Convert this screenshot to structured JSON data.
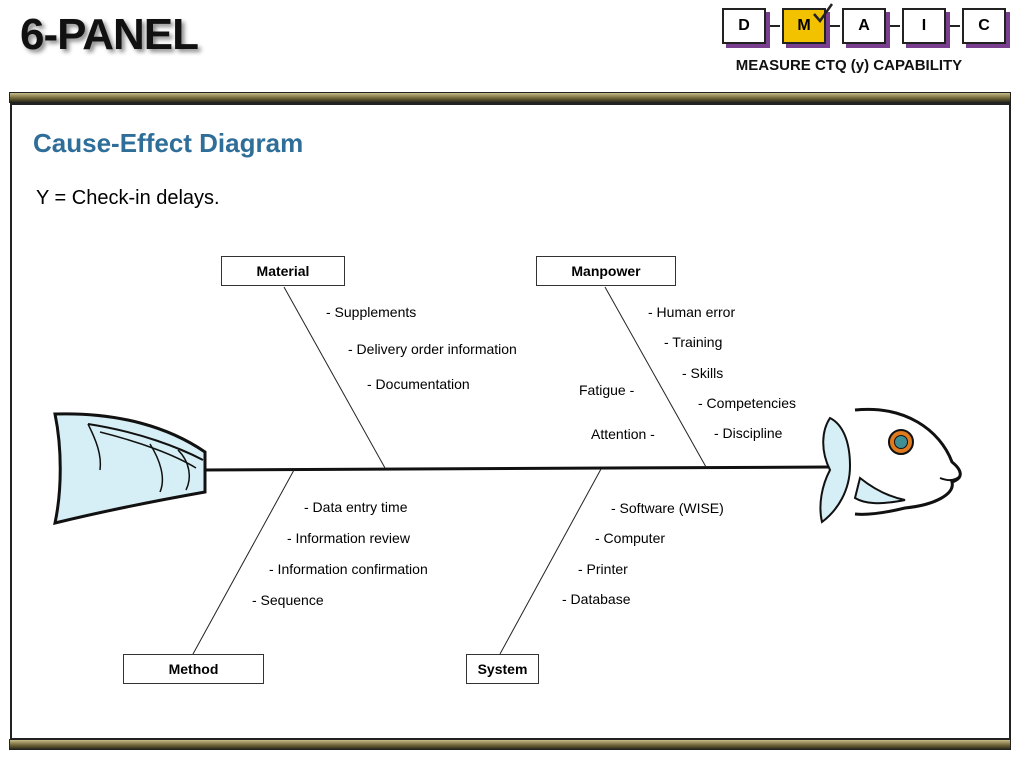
{
  "header": {
    "title": "6-PANEL",
    "subtitle": "MEASURE CTQ (y) CAPABILITY",
    "phases": [
      "D",
      "M",
      "A",
      "I",
      "C"
    ],
    "active_phase": "M"
  },
  "panel": {
    "title": "Cause-Effect Diagram",
    "effect": "Y = Check-in delays."
  },
  "categories": {
    "material": "Material",
    "manpower": "Manpower",
    "method": "Method",
    "system": "System"
  },
  "causes": {
    "material": [
      "- Supplements",
      "- Delivery order information",
      "- Documentation"
    ],
    "manpower": [
      "- Human error",
      "- Training",
      "- Skills",
      "- Competencies",
      "- Discipline",
      "Fatigue -",
      "Attention -"
    ],
    "method": [
      "- Data entry time",
      "- Information review",
      "- Information confirmation",
      "- Sequence"
    ],
    "system": [
      "- Software (WISE)",
      "- Computer",
      "- Printer",
      "- Database"
    ]
  },
  "colors": {
    "title_blue": "#2e6e99",
    "active_phase": "#f2c200",
    "phase_shadow": "#7a3e8f",
    "fish_fill": "#d6eef5",
    "eye_orange": "#e07a1f",
    "eye_teal": "#3f8f96"
  }
}
